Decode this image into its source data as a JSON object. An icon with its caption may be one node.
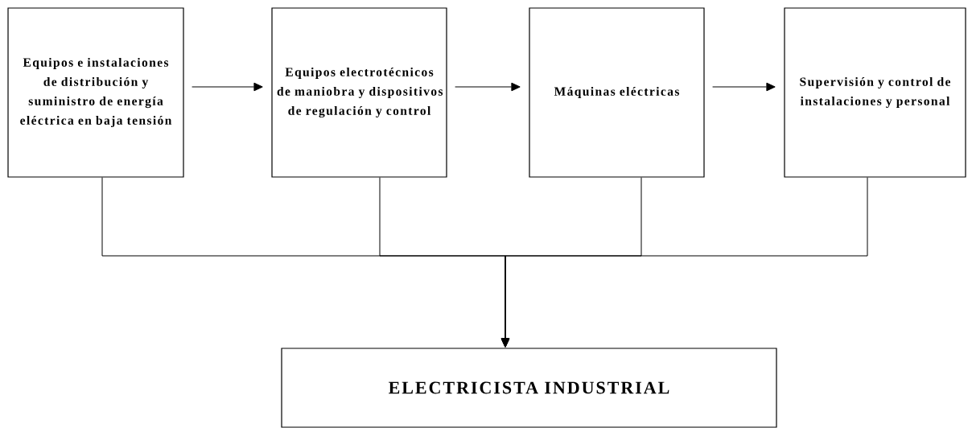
{
  "diagram": {
    "nodes": [
      {
        "text": [
          "Equipos e instalaciones de distribución y suministro de energía eléctrica en baja tensión"
        ]
      },
      {
        "text": [
          "Equipos electrotécnicos de maniobra y dispositivos de regulación y control"
        ]
      },
      {
        "text": [
          "Máquinas eléctricas"
        ]
      },
      {
        "text": [
          "Supervisión y control de instalaciones y personal"
        ]
      },
      {
        "text": [
          "ELECTRICISTA INDUSTRIAL"
        ]
      }
    ],
    "edges": [
      {
        "from": 0,
        "to": 1,
        "arrow": "to"
      },
      {
        "from": 1,
        "to": 2,
        "arrow": "to"
      },
      {
        "from": 2,
        "to": 3,
        "arrow": "to"
      },
      {
        "from": 0,
        "to": 4,
        "arrow": "to"
      },
      {
        "from": 1,
        "to": 4,
        "arrow": "to"
      },
      {
        "from": 2,
        "to": 4,
        "arrow": "to"
      },
      {
        "from": 3,
        "to": 4,
        "arrow": "to"
      }
    ]
  }
}
